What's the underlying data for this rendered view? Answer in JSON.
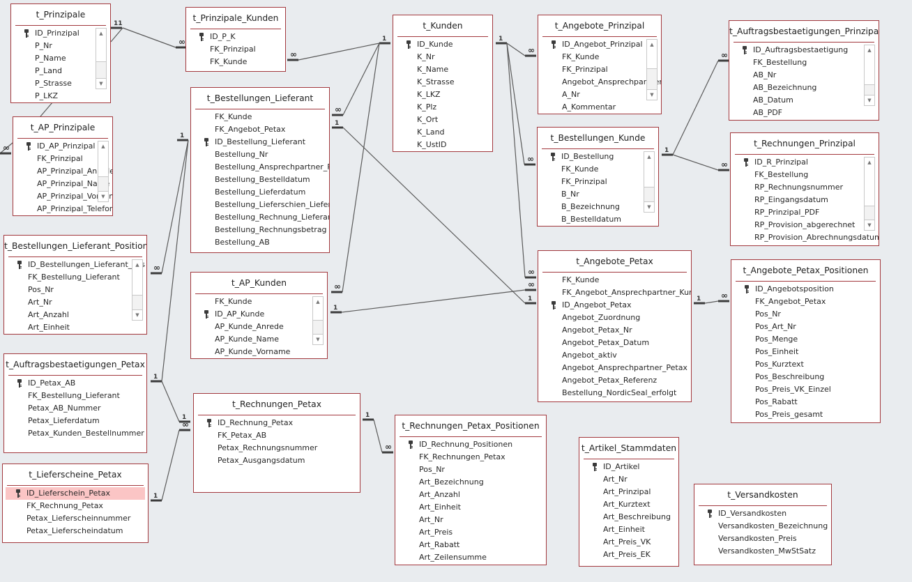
{
  "tables": {
    "t_prinzipale": {
      "title": "t_Prinzipale",
      "fields": [
        "ID_Prinzipal",
        "P_Nr",
        "P_Name",
        "P_Land",
        "P_Strasse",
        "P_LKZ"
      ],
      "key": 0,
      "scroll": 0.55
    },
    "t_prinzipale_kunden": {
      "title": "t_Prinzipale_Kunden",
      "fields": [
        "ID_P_K",
        "FK_Prinzipal",
        "FK_Kunde"
      ],
      "key": 0
    },
    "t_ap_prinzipale": {
      "title": "t_AP_Prinzipale",
      "fields": [
        "ID_AP_Prinzipal",
        "FK_Prinzipal",
        "AP_Prinzipal_Anrede",
        "AP_Prinzipal_Name",
        "AP_Prinzipal_Vorname",
        "AP_Prinzipal_Telefon"
      ],
      "key": 0,
      "scroll": 0.6
    },
    "t_bestellungen_lieferant": {
      "title": "t_Bestellungen_Lieferant",
      "fields": [
        "FK_Kunde",
        "FK_Angebot_Petax",
        "ID_Bestellung_Lieferant",
        "Bestellung_Nr",
        "Bestellung_Ansprechpartner_Petax",
        "Bestellung_Bestelldatum",
        "Bestellung_Lieferdatum",
        "Bestellung_Lieferschien_Lieferant",
        "Bestellung_Rechnung_Lieferant",
        "Bestellung_Rechnungsbetrag",
        "Bestellung_AB"
      ],
      "key": 2
    },
    "t_kunden": {
      "title": "t_Kunden",
      "fields": [
        "ID_Kunde",
        "K_Nr",
        "K_Name",
        "K_Strasse",
        "K_LKZ",
        "K_Plz",
        "K_Ort",
        "K_Land",
        "K_UstID"
      ],
      "key": 0
    },
    "t_angebote_prinzipal": {
      "title": "t_Angebote_Prinzipal",
      "fields": [
        "ID_Angebot_Prinzipal",
        "FK_Kunde",
        "FK_Prinzipal",
        "Angebot_Ansprechpartner",
        "A_Nr",
        "A_Kommentar"
      ],
      "key": 0,
      "scroll": 0.45
    },
    "t_auftragsbestaetigungen_prinzipal": {
      "title": "t_Auftragsbestaetigungen_Prinzipal",
      "fields": [
        "ID_Auftragsbestaetigung",
        "FK_Bestellung",
        "AB_Nr",
        "AB_Bezeichnung",
        "AB_Datum",
        "AB_PDF"
      ],
      "key": 0,
      "scroll": 0.7
    },
    "t_bestellungen_kunde": {
      "title": "t_Bestellungen_Kunde",
      "fields": [
        "ID_Bestellung",
        "FK_Kunde",
        "FK_Prinzipal",
        "B_Nr",
        "B_Bezeichnung",
        "B_Bestelldatum"
      ],
      "key": 0,
      "scroll": 0.6
    },
    "t_rechnungen_prinzipal": {
      "title": "t_Rechnungen_Prinzipal",
      "fields": [
        "ID_R_Prinzipal",
        "FK_Bestellung",
        "RP_Rechnungsnummer",
        "RP_Eingangsdatum",
        "RP_Prinzipal_PDF",
        "RP_Provision_abgerechnet",
        "RP_Provision_Abrechnungsdatum"
      ],
      "key": 0,
      "scroll": 0.7
    },
    "t_bestellungen_lieferant_positionen": {
      "title": "t_Bestellungen_Lieferant_Position...",
      "fields": [
        "ID_Bestellungen_Lieferant_Pos",
        "FK_Bestellung_Lieferant",
        "Pos_Nr",
        "Art_Nr",
        "Art_Anzahl",
        "Art_Einheit"
      ],
      "key": 0,
      "scroll": 0.6
    },
    "t_ap_kunden": {
      "title": "t_AP_Kunden",
      "fields": [
        "FK_Kunde",
        "ID_AP_Kunde",
        "AP_Kunde_Anrede",
        "AP_Kunde_Name",
        "AP_Kunde_Vorname"
      ],
      "key": 1,
      "scroll": 0.45
    },
    "t_angebote_petax": {
      "title": "t_Angebote_Petax",
      "fields": [
        "FK_Kunde",
        "FK_Angebot_Ansprechpartner_Kunde",
        "ID_Angebot_Petax",
        "Angebot_Zuordnung",
        "Angebot_Petax_Nr",
        "Angebot_Petax_Datum",
        "Angebot_aktiv",
        "Angebot_Ansprechpartner_Petax",
        "Angebot_Petax_Referenz",
        "Bestellung_NordicSeal_erfolgt"
      ],
      "key": 2
    },
    "t_angebote_petax_positionen": {
      "title": "t_Angebote_Petax_Positionen",
      "fields": [
        "ID_Angebotsposition",
        "FK_Angebot_Petax",
        "Pos_Nr",
        "Pos_Art_Nr",
        "Pos_Menge",
        "Pos_Einheit",
        "Pos_Kurztext",
        "Pos_Beschreibung",
        "Pos_Preis_VK_Einzel",
        "Pos_Rabatt",
        "Pos_Preis_gesamt"
      ],
      "key": 0
    },
    "t_auftragsbestaetigungen_petax": {
      "title": "t_Auftragsbestaetigungen_Petax",
      "fields": [
        "ID_Petax_AB",
        "FK_Bestellung_Lieferant",
        "Petax_AB_Nummer",
        "Petax_Lieferdatum",
        "Petax_Kunden_Bestellnummer"
      ],
      "key": 0
    },
    "t_rechnungen_petax": {
      "title": "t_Rechnungen_Petax",
      "fields": [
        "ID_Rechnung_Petax",
        "FK_Petax_AB",
        "Petax_Rechnungsnummer",
        "Petax_Ausgangsdatum"
      ],
      "key": 0
    },
    "t_rechnungen_petax_positionen": {
      "title": "t_Rechnungen_Petax_Positionen",
      "fields": [
        "ID_Rechnung_Positionen",
        "FK_Rechnungen_Petax",
        "Pos_Nr",
        "Art_Bezeichnung",
        "Art_Anzahl",
        "Art_Einheit",
        "Art_Nr",
        "Art_Preis",
        "Art_Rabatt",
        "Art_Zeilensumme"
      ],
      "key": 0
    },
    "t_lieferscheine_petax": {
      "title": "t_Lieferscheine_Petax",
      "fields": [
        "ID_Lieferschein_Petax",
        "FK_Rechnung_Petax",
        "Petax_Lieferscheinnummer",
        "Petax_Lieferscheindatum"
      ],
      "key": 0,
      "selected": 0
    },
    "t_artikel_stammdaten": {
      "title": "t_Artikel_Stammdaten",
      "fields": [
        "ID_Artikel",
        "Art_Nr",
        "Art_Prinzipal",
        "Art_Kurztext",
        "Art_Beschreibung",
        "Art_Einheit",
        "Art_Preis_VK",
        "Art_Preis_EK"
      ],
      "key": 0
    },
    "t_versandkosten": {
      "title": "t_Versandkosten",
      "fields": [
        "ID_Versandkosten",
        "Versandkosten_Bezeichnung",
        "Versandkosten_Preis",
        "Versandkosten_MwStSatz"
      ],
      "key": 0
    }
  },
  "relationships": [
    {
      "from": "t_Prinzipale.ID_Prinzipal",
      "to": "t_Prinzipale_Kunden.FK_Prinzipal",
      "one": "1",
      "many": "∞"
    },
    {
      "from": "t_Prinzipale.ID_Prinzipal",
      "to": "t_AP_Prinzipale.FK_Prinzipal",
      "one": "1",
      "many": "∞"
    },
    {
      "from": "t_Kunden.ID_Kunde",
      "to": "t_Prinzipale_Kunden.FK_Kunde",
      "one": "1",
      "many": "∞"
    },
    {
      "from": "t_Kunden.ID_Kunde",
      "to": "t_Bestellungen_Lieferant.FK_Kunde",
      "one": "1",
      "many": "∞"
    },
    {
      "from": "t_Kunden.ID_Kunde",
      "to": "t_AP_Kunden.FK_Kunde",
      "one": "1",
      "many": "∞"
    },
    {
      "from": "t_Kunden.ID_Kunde",
      "to": "t_Angebote_Prinzipal.FK_Kunde",
      "one": "1",
      "many": "∞"
    },
    {
      "from": "t_Kunden.ID_Kunde",
      "to": "t_Bestellungen_Kunde.FK_Kunde",
      "one": "1",
      "many": "∞"
    },
    {
      "from": "t_Kunden.ID_Kunde",
      "to": "t_Angebote_Petax.FK_Kunde",
      "one": "1",
      "many": "∞"
    },
    {
      "from": "t_AP_Kunden.ID_AP_Kunde",
      "to": "t_Angebote_Petax.FK_Angebot_Ansprechpartner_Kunde",
      "one": "1",
      "many": "∞"
    },
    {
      "from": "t_Angebote_Petax.ID_Angebot_Petax",
      "to": "t_Bestellungen_Lieferant.FK_Angebot_Petax",
      "one": "1",
      "many": "1"
    },
    {
      "from": "t_Angebote_Petax.ID_Angebot_Petax",
      "to": "t_Angebote_Petax_Positionen.FK_Angebot_Petax",
      "one": "1",
      "many": "∞"
    },
    {
      "from": "t_Bestellungen_Kunde.ID_Bestellung",
      "to": "t_Auftragsbestaetigungen_Prinzipal.FK_Bestellung",
      "one": "1",
      "many": "∞"
    },
    {
      "from": "t_Bestellungen_Kunde.ID_Bestellung",
      "to": "t_Rechnungen_Prinzipal.FK_Bestellung",
      "one": "1",
      "many": "∞"
    },
    {
      "from": "t_Bestellungen_Lieferant.ID_Bestellung_Lieferant",
      "to": "t_Bestellungen_Lieferant_Positionen.FK_Bestellung_Lieferant",
      "one": "1",
      "many": "∞"
    },
    {
      "from": "t_Bestellungen_Lieferant.ID_Bestellung_Lieferant",
      "to": "t_Auftragsbestaetigungen_Petax.FK_Bestellung_Lieferant",
      "one": "1",
      "many": "1"
    },
    {
      "from": "t_Auftragsbestaetigungen_Petax.ID_Petax_AB",
      "to": "t_Rechnungen_Petax.FK_Petax_AB",
      "one": "1",
      "many": "∞"
    },
    {
      "from": "t_Rechnungen_Petax.ID_Rechnung_Petax",
      "to": "t_Lieferscheine_Petax.FK_Rechnung_Petax",
      "one": "1",
      "many": "1"
    },
    {
      "from": "t_Rechnungen_Petax.ID_Rechnung_Petax",
      "to": "t_Rechnungen_Petax_Positionen.FK_Rechnungen_Petax",
      "one": "1",
      "many": "∞"
    }
  ],
  "markers": {
    "one": "1",
    "many": "∞"
  }
}
